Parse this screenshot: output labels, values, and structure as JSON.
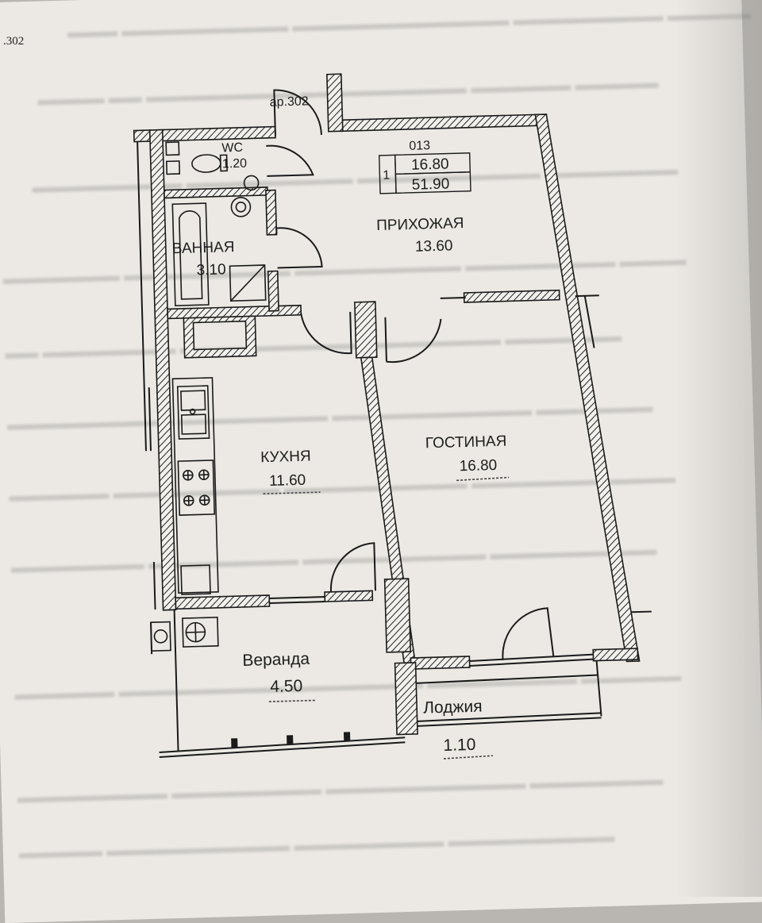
{
  "page_ref": ".302",
  "door_label": "ар.302",
  "unit": {
    "number": "013",
    "rooms": "1",
    "living_area": "16.80",
    "total_area": "51.90"
  },
  "rooms": {
    "wc": {
      "name": "WC",
      "area": "1.20"
    },
    "bath": {
      "name": "ВАННАЯ",
      "area": "3.10"
    },
    "hall": {
      "name": "ПРИХОЖАЯ",
      "area": "13.60"
    },
    "kitchen": {
      "name": "КУХНЯ",
      "area": "11.60"
    },
    "living": {
      "name": "ГОСТИНАЯ",
      "area": "16.80"
    },
    "veranda": {
      "name": "Веранда",
      "area": "4.50"
    },
    "loggia": {
      "name": "Лоджия",
      "area": "1.10"
    }
  }
}
